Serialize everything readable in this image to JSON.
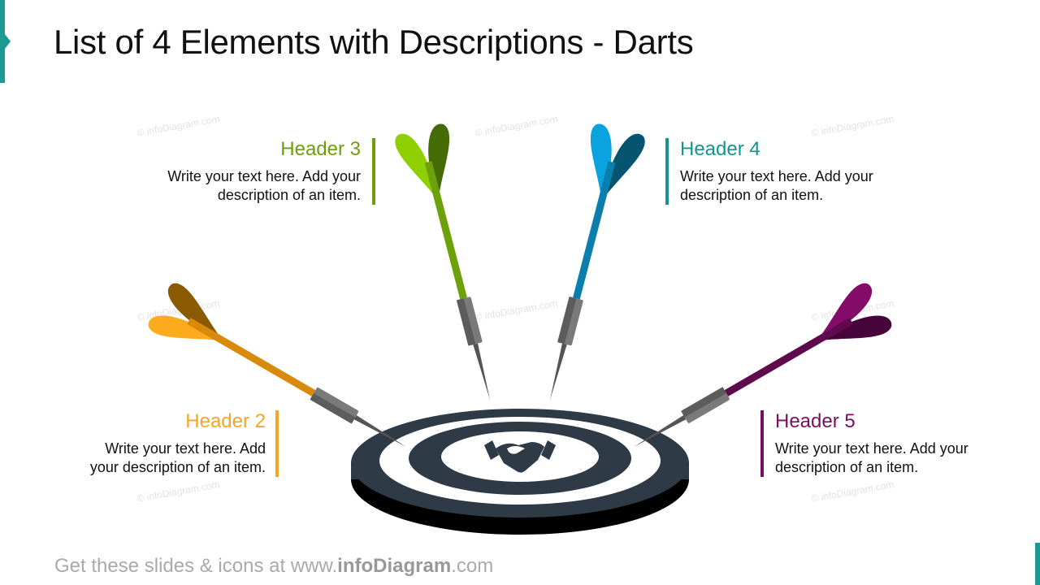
{
  "title": "List of 4 Elements with Descriptions - Darts",
  "watermark": "© infoDiagram.com",
  "items": [
    {
      "header": "Header 2",
      "text": "Write your text here. Add your description of an item.",
      "color": "#f5a623",
      "light": "#fbab1c",
      "dark": "#8a5a00",
      "shaft": "#d98a0b"
    },
    {
      "header": "Header 3",
      "text": "Write your text here. Add your description of an item.",
      "color": "#6e9e0b",
      "light": "#8fce00",
      "dark": "#456b05",
      "shaft": "#6ea00c"
    },
    {
      "header": "Header 4",
      "text": "Write your text here. Add your description of an item.",
      "color": "#16938d",
      "light": "#0aa3df",
      "dark": "#065570",
      "shaft": "#0a7fae"
    },
    {
      "header": "Header 5",
      "text": "Write your text here. Add your description of an item.",
      "color": "#7a0e63",
      "light": "#850b6b",
      "dark": "#45053a",
      "shaft": "#5e0a4c"
    }
  ],
  "board": {
    "ring": "#2e3a46",
    "shadow": "#000000",
    "icon": "handshake-icon"
  },
  "footer": {
    "prefix": "Get these slides & icons at www.",
    "brand": "infoDiagram",
    "suffix": ".com"
  }
}
